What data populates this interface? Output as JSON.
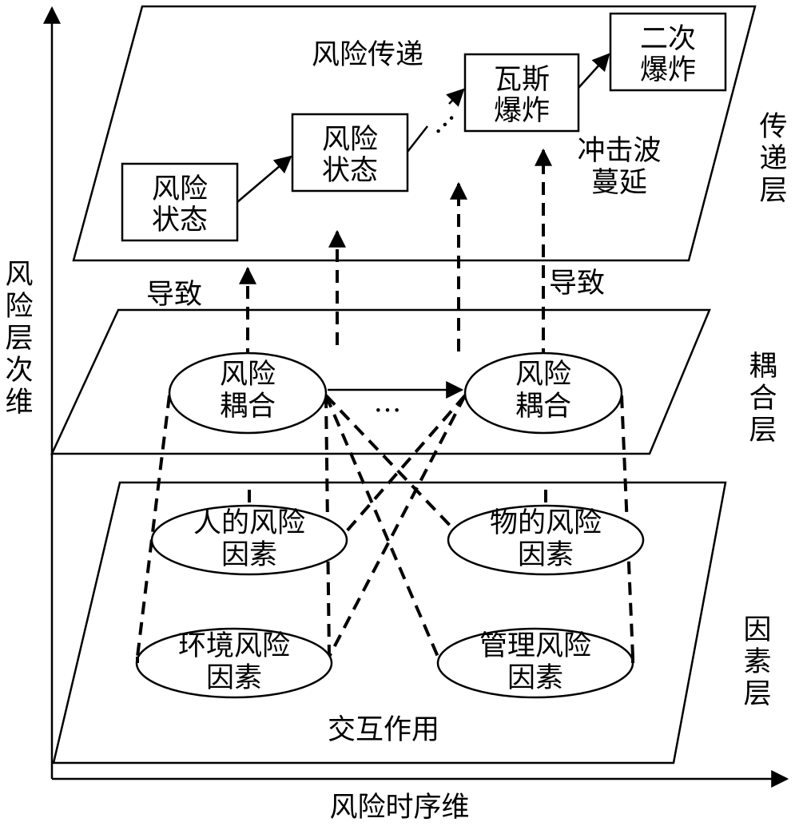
{
  "axes": {
    "vertical_label": [
      "风",
      "险",
      "层",
      "次",
      "维"
    ],
    "horizontal_label": "风险时序维"
  },
  "layers": {
    "transfer": {
      "side_label": [
        "传",
        "递",
        "层"
      ],
      "title": "风险传递"
    },
    "coupling": {
      "side_label": [
        "耦",
        "合",
        "层"
      ]
    },
    "factor": {
      "side_label": [
        "因",
        "素",
        "层"
      ],
      "title": "交互作用"
    }
  },
  "transfer_nodes": {
    "risk_state_1": [
      "风险",
      "状态"
    ],
    "risk_state_2": [
      "风险",
      "状态"
    ],
    "gas_explosion": [
      "瓦斯",
      "爆炸"
    ],
    "secondary_explosion": [
      "二次",
      "爆炸"
    ],
    "shockwave": [
      "冲击波",
      "蔓延"
    ]
  },
  "coupling_nodes": {
    "risk_coupling_1": [
      "风险",
      "耦合"
    ],
    "risk_coupling_2": [
      "风险",
      "耦合"
    ],
    "ellipsis": "…"
  },
  "factor_nodes": {
    "human": [
      "人的风险",
      "因素"
    ],
    "object": [
      "物的风险",
      "因素"
    ],
    "environment": [
      "环境风险",
      "因素"
    ],
    "management": [
      "管理风险",
      "因素"
    ]
  },
  "edge_labels": {
    "cause_left": "导致",
    "cause_right": "导致",
    "transfer_ellipsis": "…"
  }
}
